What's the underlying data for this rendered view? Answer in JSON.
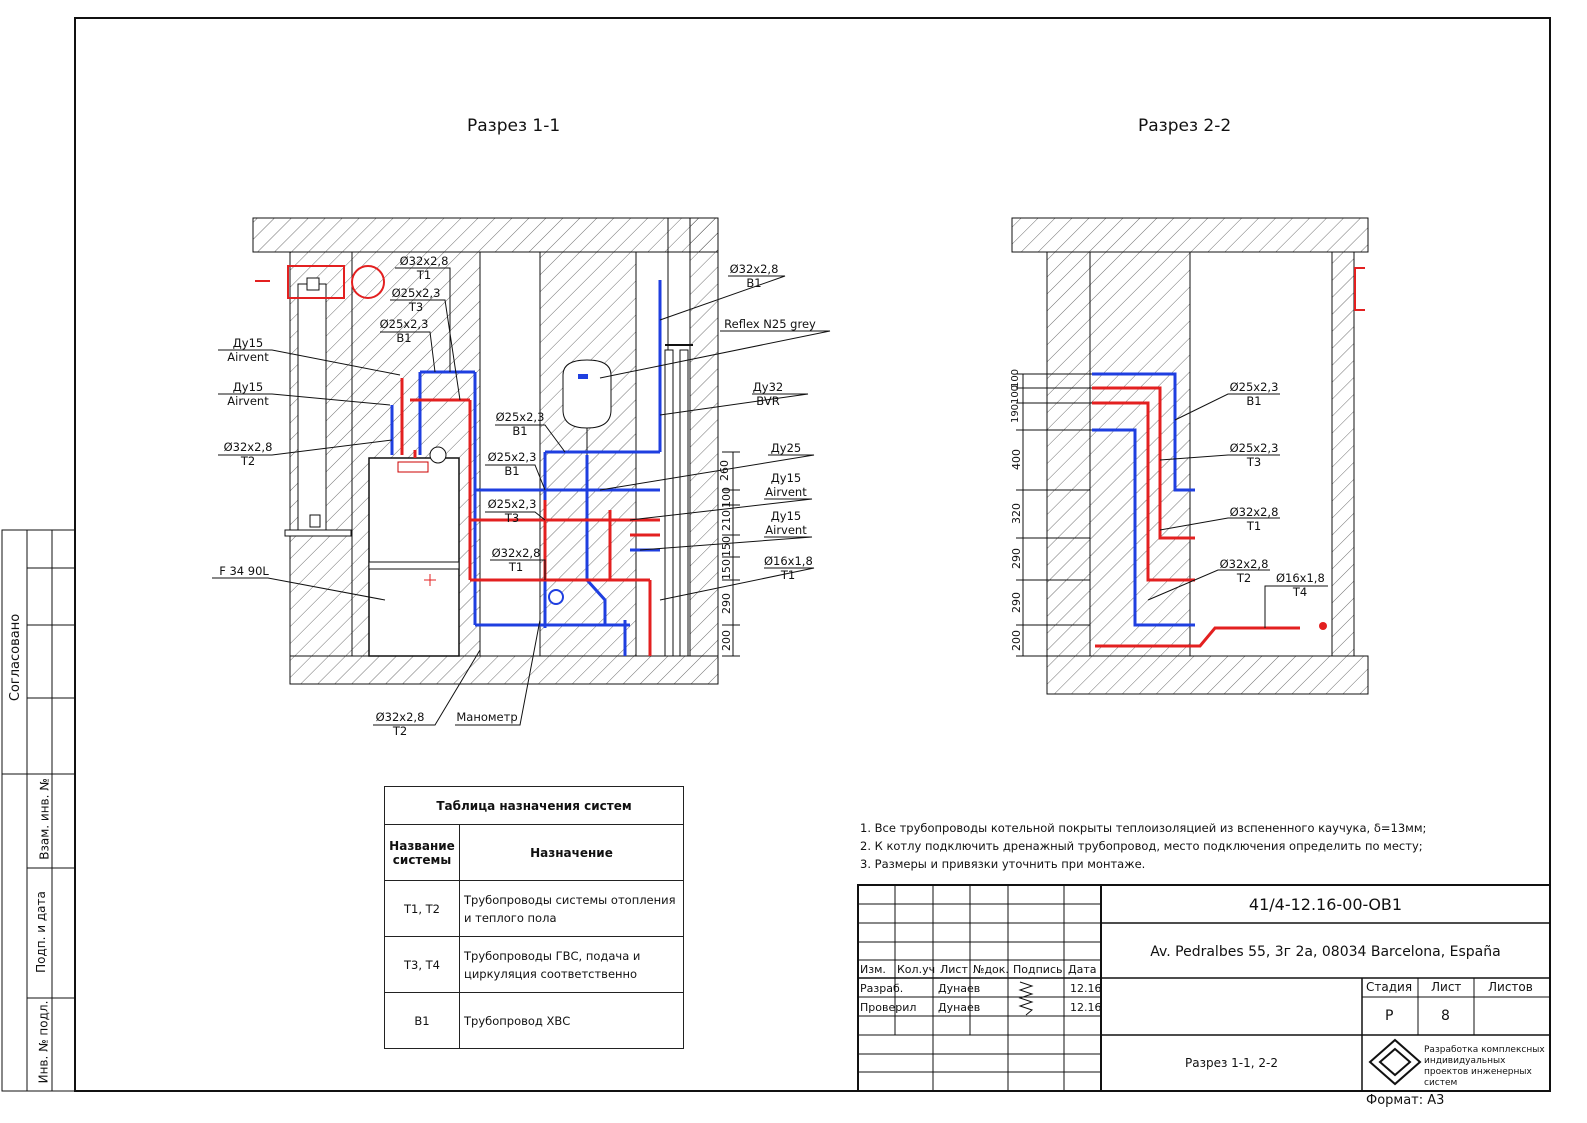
{
  "titles": {
    "section1": "Разрез 1-1",
    "section2": "Разрез 2-2"
  },
  "side_stamp": {
    "agreed": "Согласовано",
    "vzam": "Взам. инв. №",
    "podp": "Подп. и дата",
    "inv": "Инв. № подл."
  },
  "section1_labels": {
    "l1a": "Ø32x2,8",
    "l1b": "Т1",
    "l2a": "Ø25x2,3",
    "l2b": "Т3",
    "l3a": "Ø25x2,3",
    "l3b": "В1",
    "l4a": "Ду15",
    "l4b": "Airvent",
    "l5a": "Ду15",
    "l5b": "Airvent",
    "l6a": "Ø32x2,8",
    "l6b": "Т2",
    "l7a": "F 34 90L",
    "l8a": "Ø25x2,3",
    "l8b": "В1",
    "l9a": "Ø25x2,3",
    "l9b": "В1",
    "l10a": "Ø25x2,3",
    "l10b": "Т3",
    "l11a": "Ø32x2,8",
    "l11b": "Т1",
    "l12a": "Ø32x2,8",
    "l12b": "В1",
    "l13a": "Reflex N25 grey",
    "l14a": "Ду32",
    "l14b": "BVR",
    "l15a": "Ду25",
    "l16a": "Ду15",
    "l16b": "Airvent",
    "l17a": "Ду15",
    "l17b": "Airvent",
    "l18a": "Ø16x1,8",
    "l18b": "Т1",
    "l19a": "Ø32x2,8",
    "l19b": "Т2",
    "l20a": "Манометр"
  },
  "dims1": [
    "260",
    "100",
    "210",
    "150",
    "150",
    "290",
    "200"
  ],
  "section2_labels": {
    "m1a": "Ø25x2,3",
    "m1b": "В1",
    "m2a": "Ø25x2,3",
    "m2b": "Т3",
    "m3a": "Ø32x2,8",
    "m3b": "Т1",
    "m4a": "Ø32x2,8",
    "m4b": "Т2",
    "m5a": "Ø16x1,8",
    "m5b": "Т4"
  },
  "dims2": [
    "100",
    "100",
    "190",
    "400",
    "320",
    "290",
    "290",
    "200"
  ],
  "system_table": {
    "title": "Таблица назначения систем",
    "col1": "Название системы",
    "col2": "Назначение",
    "rows": [
      {
        "name": "Т1, Т2",
        "purpose": "Трубопроводы системы отопления и теплого пола"
      },
      {
        "name": "Т3, Т4",
        "purpose": "Трубопроводы ГВС, подача и циркуляция соответственно"
      },
      {
        "name": "В1",
        "purpose": "Трубопровод ХВС"
      }
    ]
  },
  "notes": [
    "1. Все трубопроводы котельной покрыты  теплоизоляцией из вспененного каучука, δ=13мм;",
    "2. К котлу подключить дренажный трубопровод, место подключения определить по месту;",
    "3. Размеры и привязки уточнить при монтаже."
  ],
  "title_block": {
    "code": "41/4-12.16-00-ОВ1",
    "address": "Av. Pedralbes 55, 3г 2а, 08034 Barcelona, España",
    "h_izm": "Изм.",
    "h_kol": "Кол.уч",
    "h_list": "Лист",
    "h_ndok": "№док.",
    "h_podp": "Подпись",
    "h_data": "Дата",
    "razrab": "Разраб.",
    "razrab_name": "Дунаев",
    "razrab_date": "12.16",
    "prov": "Проверил",
    "prov_name": "Дунаев",
    "prov_date": "12.16",
    "stadia_h": "Стадия",
    "list_h": "Лист",
    "listov_h": "Листов",
    "stadia": "Р",
    "list": "8",
    "listov": "",
    "sheet_title": "Разрез 1-1, 2-2",
    "company": "Разработка комплексных индивидуальных проектов инженерных систем",
    "format": "Формат: А3"
  },
  "colors": {
    "supply": "#e32020",
    "return": "#1f3fe0",
    "line": "#111111"
  }
}
